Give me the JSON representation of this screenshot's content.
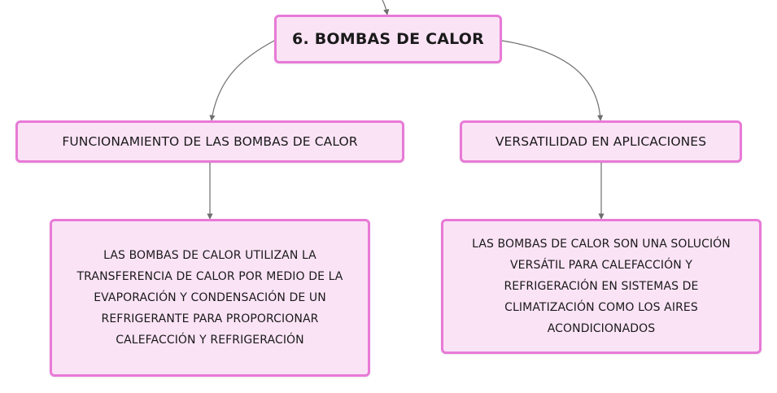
{
  "mindmap": {
    "root": {
      "label": "6. BOMBAS DE CALOR"
    },
    "branches": [
      {
        "label": "FUNCIONAMIENTO DE LAS BOMBAS DE CALOR",
        "detail": "LAS BOMBAS DE CALOR UTILIZAN LA\nTRANSFERENCIA DE CALOR POR MEDIO DE LA\nEVAPORACIÓN Y CONDENSACIÓN DE UN\nREFRIGERANTE PARA PROPORCIONAR\nCALEFACCIÓN Y REFRIGERACIÓN"
      },
      {
        "label": "VERSATILIDAD EN APLICACIONES",
        "detail": "LAS BOMBAS DE CALOR SON UNA SOLUCIÓN\nVERSÁTIL PARA CALEFACCIÓN Y\nREFRIGERACIÓN EN SISTEMAS DE\nCLIMATIZACIÓN COMO LOS AIRES\nACONDICIONADOS"
      }
    ]
  },
  "colors": {
    "node_fill": "#fbe3f6",
    "node_border": "#e87ad7",
    "connector": "#6e6e6e"
  }
}
